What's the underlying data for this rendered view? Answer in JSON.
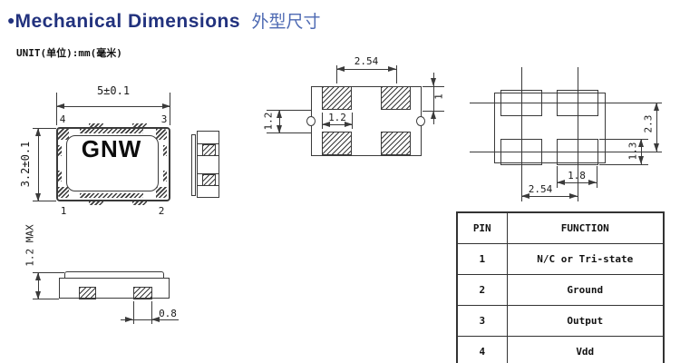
{
  "title": {
    "bullet": "●",
    "en": "Mechanical Dimensions",
    "zh": "外型尺寸"
  },
  "unit_note": "UNIT(单位):mm(毫米)",
  "front_view": {
    "brand_label": "GNW",
    "width_dim": "5±0.1",
    "height_dim": "3.2±0.1",
    "pin_top_left": "4",
    "pin_top_right": "3",
    "pin_bottom_left": "1",
    "pin_bottom_right": "2"
  },
  "bottom_view": {
    "pad_pitch_dim": "2.54",
    "pad_width_dim": "1.2",
    "pad_gap_dim": "1.2",
    "pad_height_dim": "1"
  },
  "land_pattern": {
    "pitch_x_dim": "2.54",
    "pad_width_dim": "1.8",
    "pitch_y_dim": "2.3",
    "pad_height_dim": "1.3"
  },
  "side_view": {
    "max_height_dim": "1.2 MAX",
    "bottom_pad_width_dim": "0.8"
  },
  "pin_table": {
    "headers": [
      "PIN",
      "FUNCTION"
    ],
    "rows": [
      [
        "1",
        "N/C or Tri-state"
      ],
      [
        "2",
        "Ground"
      ],
      [
        "3",
        "Output"
      ],
      [
        "4",
        "Vdd"
      ]
    ]
  },
  "colors": {
    "title_blue": "#22327e",
    "subtitle_blue": "#4e6ab3",
    "line": "#3a3a3a"
  }
}
